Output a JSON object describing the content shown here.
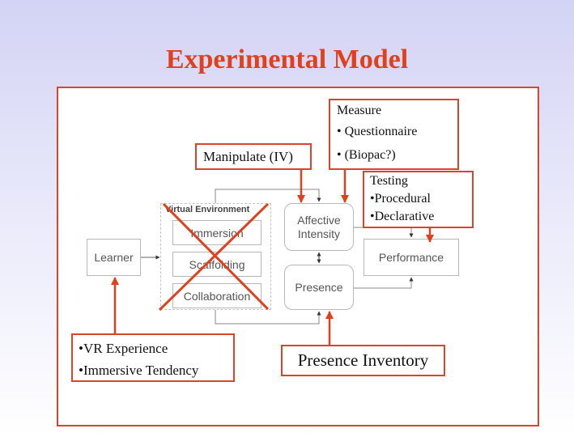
{
  "title": "Experimental Model",
  "diagram": {
    "learner": "Learner",
    "virtual_environment": {
      "title": "Virtual Environment",
      "items": [
        "Immersion",
        "Scaffolding",
        "Collaboration"
      ]
    },
    "affective_intensity": [
      "Affective",
      "Intensity"
    ],
    "presence": "Presence",
    "performance": "Performance"
  },
  "annotations": {
    "manipulate": "Manipulate (IV)",
    "measure": {
      "heading": "Measure",
      "items": [
        "•  Questionnaire",
        "•  (Biopac?)"
      ]
    },
    "testing": {
      "heading": "Testing",
      "items": [
        "•Procedural",
        "•Declarative"
      ]
    },
    "learner_factors": [
      "•VR Experience",
      "•Immersive Tendency"
    ],
    "presence_inventory": "Presence Inventory"
  },
  "colors": {
    "accent": "#d9452a",
    "title": "#e0401c",
    "gray_box_border": "#b8b8b8",
    "connector": "#333333"
  }
}
